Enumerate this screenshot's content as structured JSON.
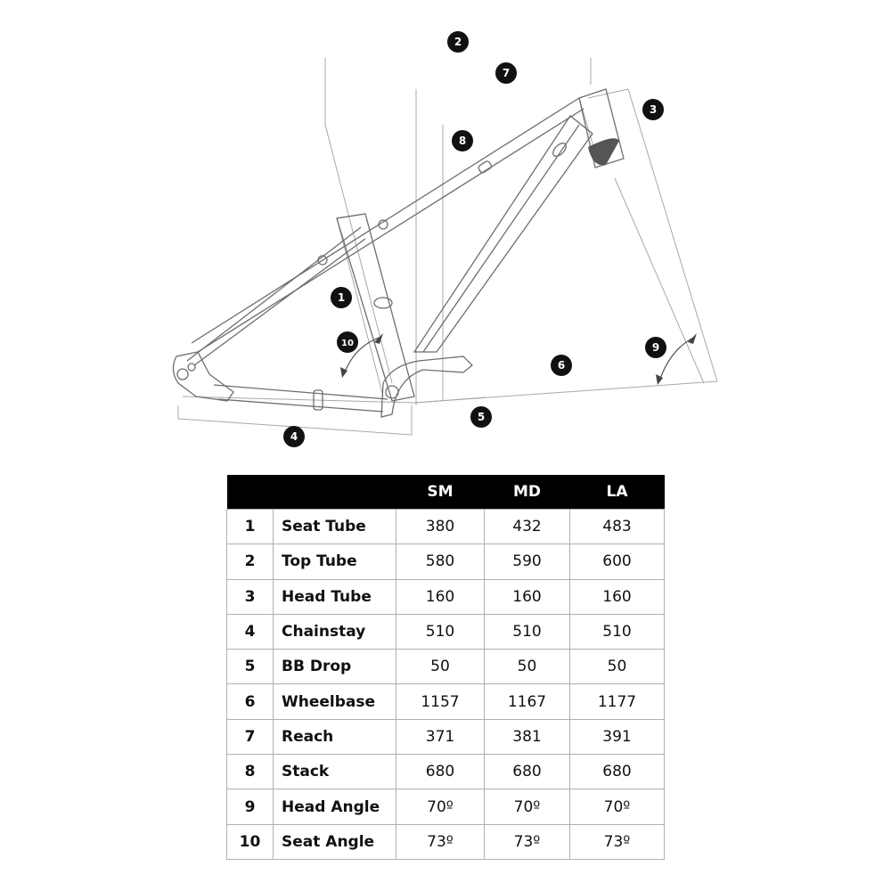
{
  "diagram": {
    "callouts": [
      "1",
      "2",
      "3",
      "4",
      "5",
      "6",
      "7",
      "8",
      "9",
      "10"
    ]
  },
  "table": {
    "headers": [
      "",
      "",
      "SM",
      "MD",
      "LA"
    ],
    "rows": [
      {
        "num": "1",
        "name": "Seat Tube",
        "sm": "380",
        "md": "432",
        "la": "483"
      },
      {
        "num": "2",
        "name": "Top Tube",
        "sm": "580",
        "md": "590",
        "la": "600"
      },
      {
        "num": "3",
        "name": "Head Tube",
        "sm": "160",
        "md": "160",
        "la": "160"
      },
      {
        "num": "4",
        "name": "Chainstay",
        "sm": "510",
        "md": "510",
        "la": "510"
      },
      {
        "num": "5",
        "name": "BB Drop",
        "sm": "50",
        "md": "50",
        "la": "50"
      },
      {
        "num": "6",
        "name": "Wheelbase",
        "sm": "1157",
        "md": "1167",
        "la": "1177"
      },
      {
        "num": "7",
        "name": "Reach",
        "sm": "371",
        "md": "381",
        "la": "391"
      },
      {
        "num": "8",
        "name": "Stack",
        "sm": "680",
        "md": "680",
        "la": "680"
      },
      {
        "num": "9",
        "name": "Head Angle",
        "sm": "70º",
        "md": "70º",
        "la": "70º"
      },
      {
        "num": "10",
        "name": "Seat Angle",
        "sm": "73º",
        "md": "73º",
        "la": "73º"
      }
    ]
  },
  "colors": {
    "header_bg": "#000000",
    "line": "#9a9a9a",
    "frame": "#6e6e6e"
  }
}
